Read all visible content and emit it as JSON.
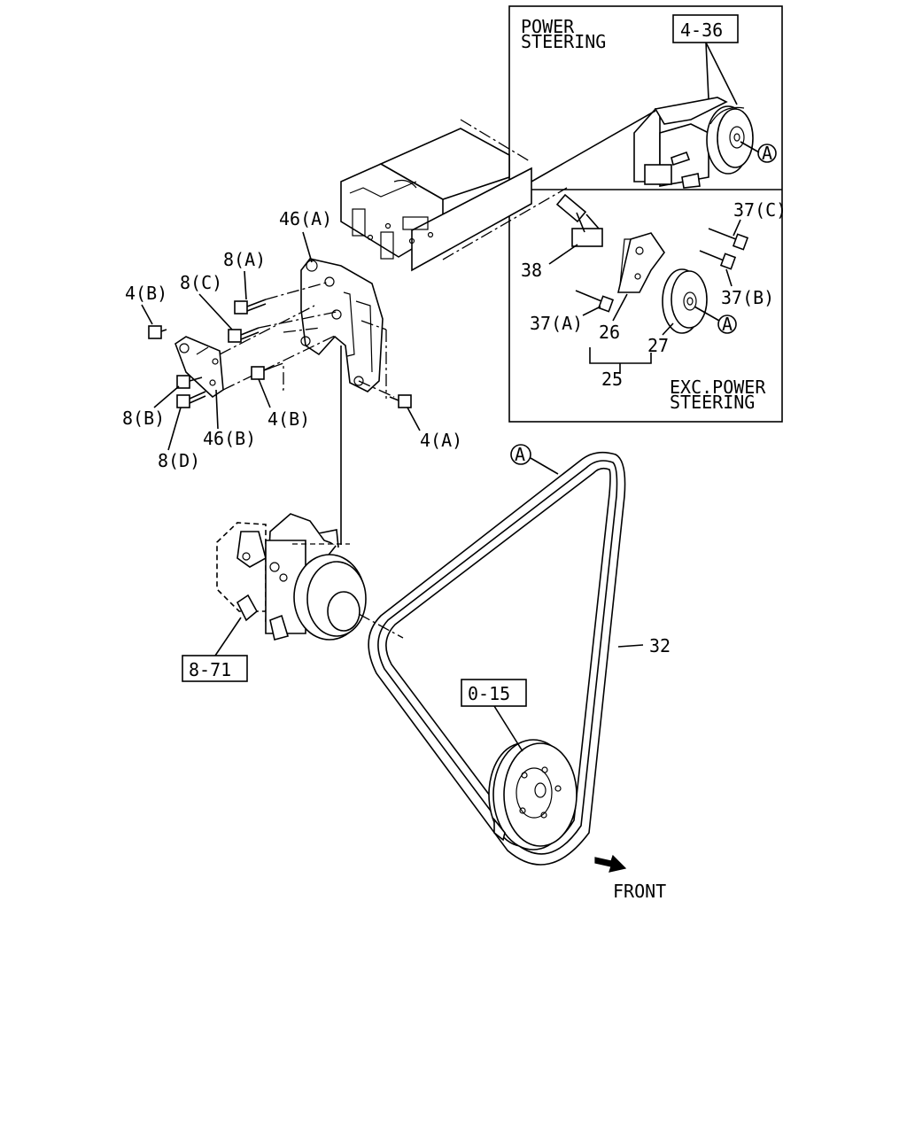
{
  "inset": {
    "power_steering_title_1": "POWER",
    "power_steering_title_2": "STEERING",
    "ref_ps": "4-36",
    "circle_a_top": "A",
    "circle_a_mid": "A",
    "label_37c": "37(C)",
    "label_37b": "37(B)",
    "label_37a": "37(A)",
    "label_38": "38",
    "label_26": "26",
    "label_27": "27",
    "label_25": "25",
    "exc_title_1": "EXC.POWER",
    "exc_title_2": "STEERING"
  },
  "main": {
    "label_46a": "46(A)",
    "label_8a": "8(A)",
    "label_8c": "8(C)",
    "label_4b_top": "4(B)",
    "label_8b": "8(B)",
    "label_8d": "8(D)",
    "label_46b": "46(B)",
    "label_4b_bottom": "4(B)",
    "label_4a": "4(A)",
    "circle_a_belt": "A",
    "ref_compressor": "8-71",
    "label_32": "32",
    "ref_crank": "0-15",
    "front_label": "FRONT"
  },
  "icons": {
    "front_arrow": "arrow-front-icon"
  }
}
